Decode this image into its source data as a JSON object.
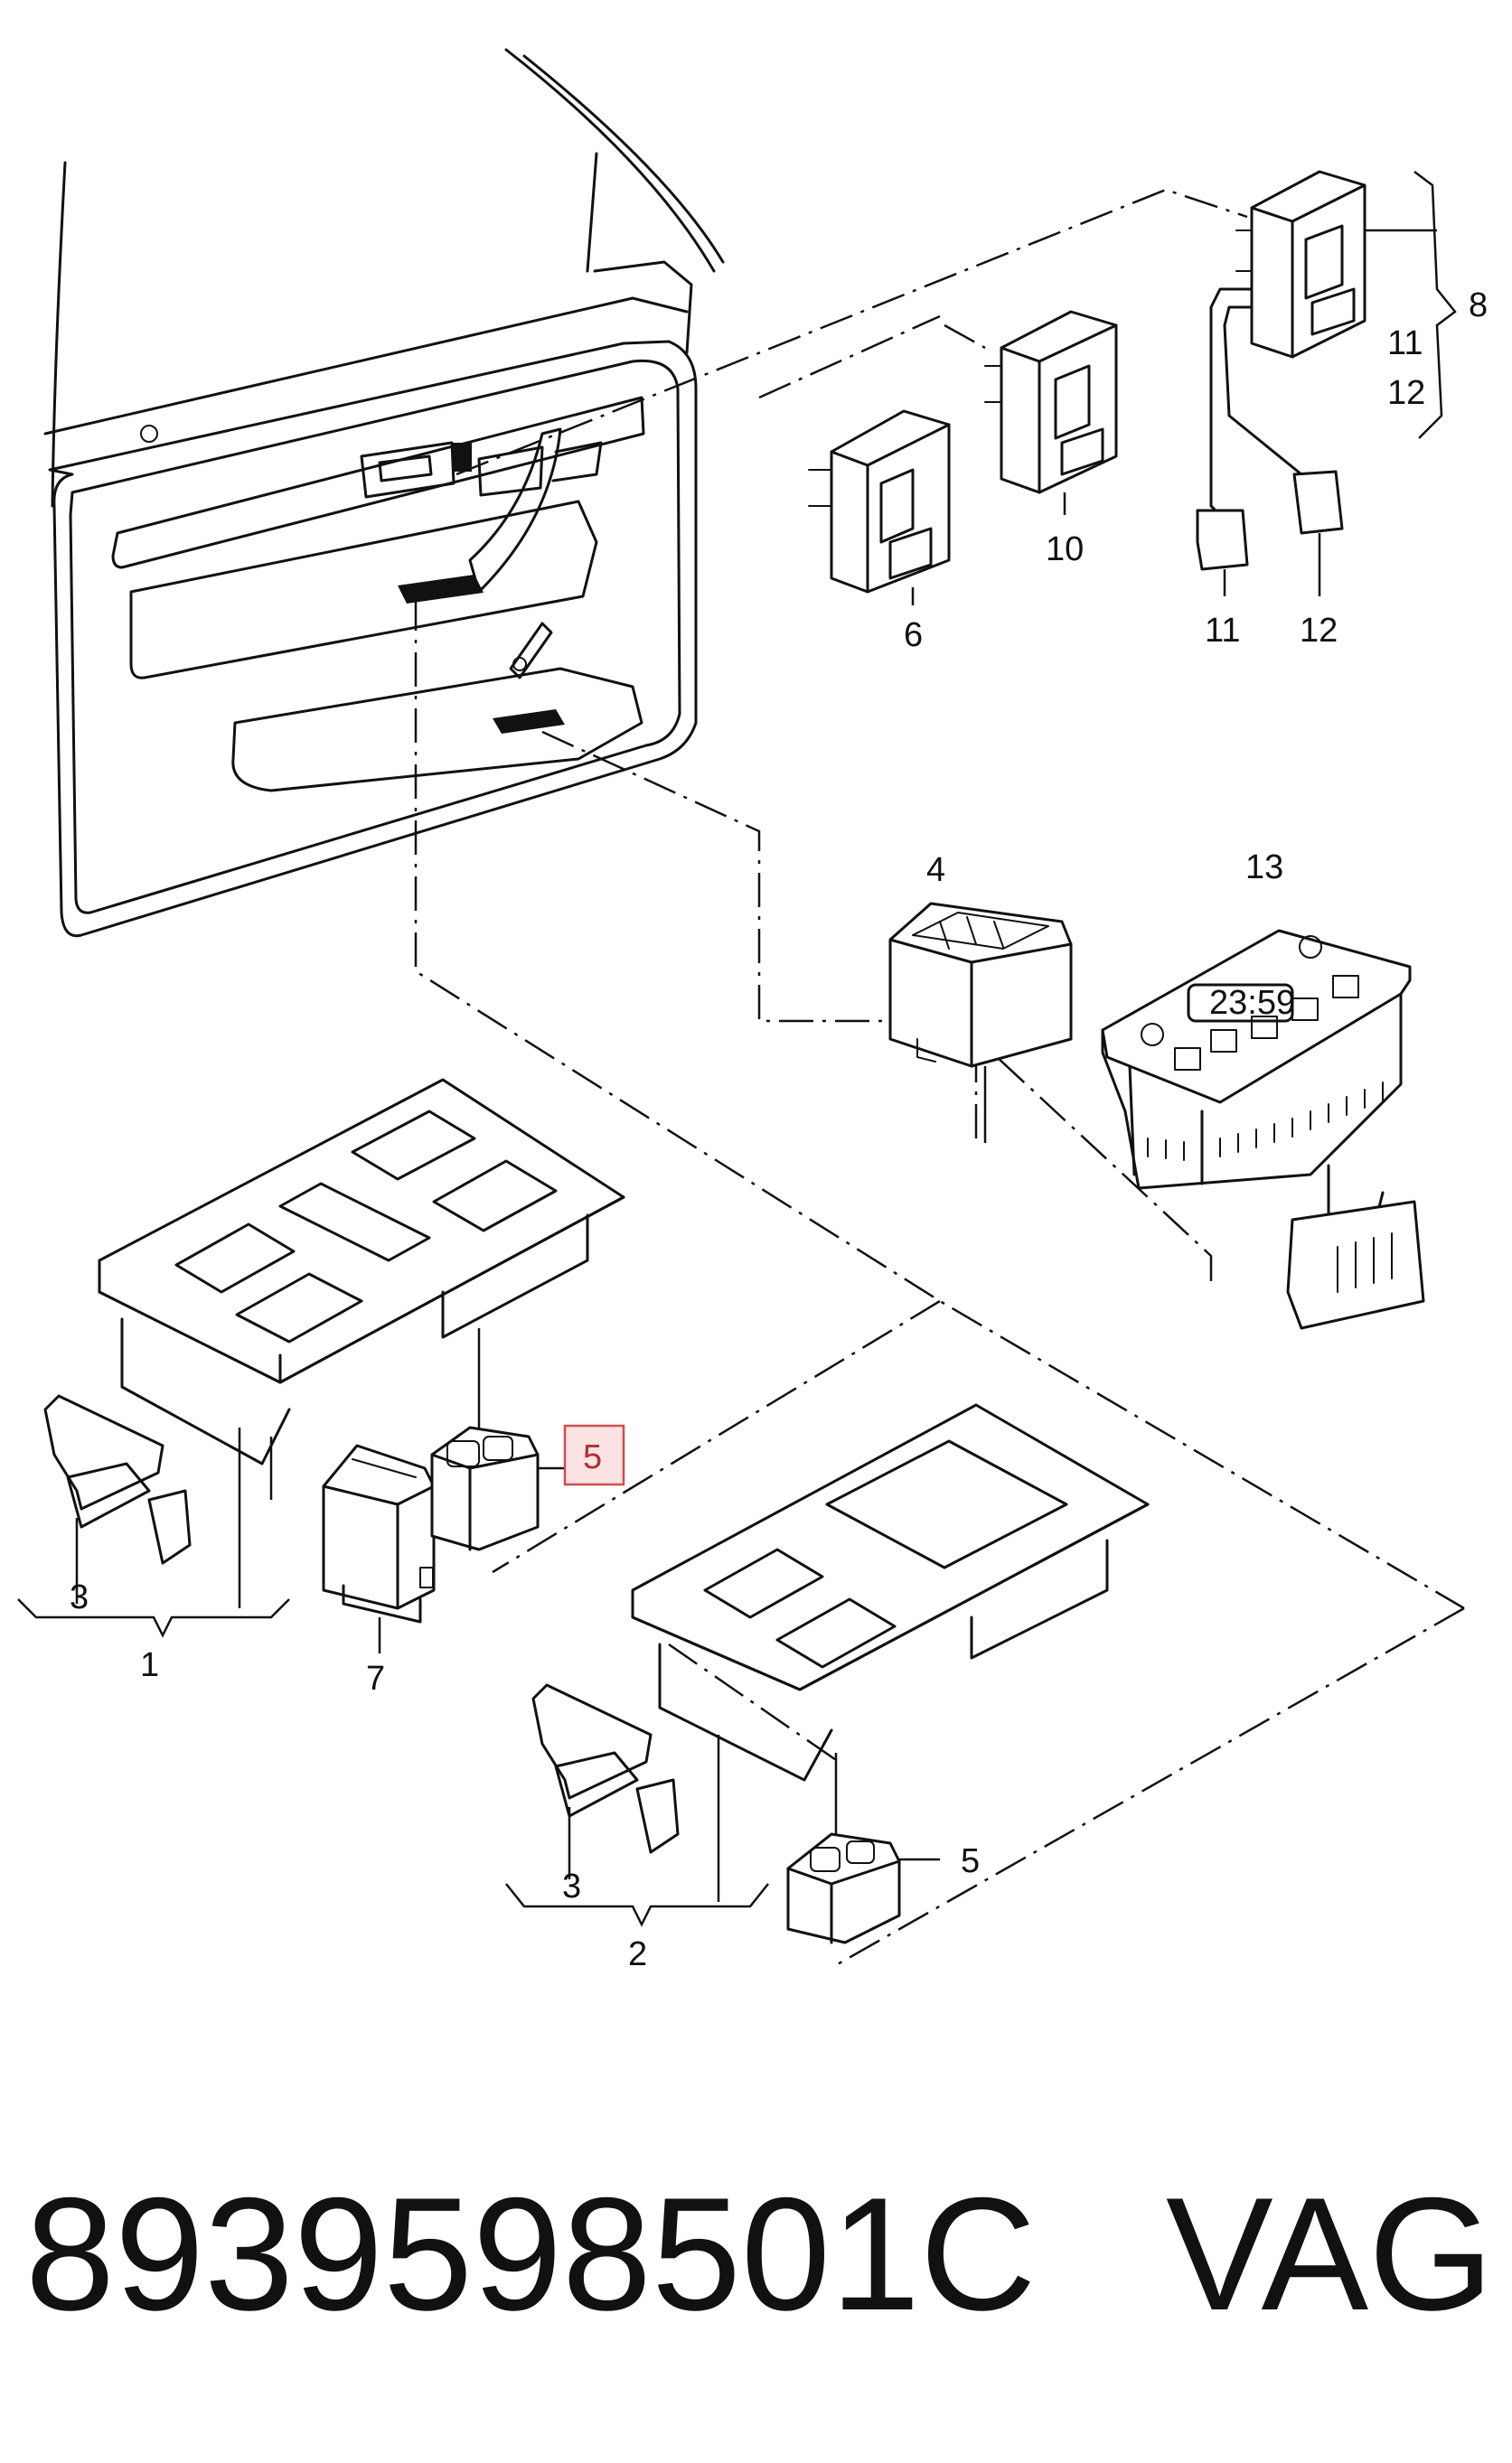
{
  "callouts": {
    "c1": "1",
    "c2": "2",
    "c3a": "3",
    "c3b": "3",
    "c4": "4",
    "c5a": "5",
    "c5b": "5",
    "c6": "6",
    "c7": "7",
    "c8": "8",
    "c10": "10",
    "c11a": "11",
    "c11b": "11",
    "c12a": "12",
    "c12b": "12",
    "c13": "13"
  },
  "clock_display": "23:59",
  "footer": {
    "part_number": "8939598501C",
    "brand": "VAG"
  }
}
